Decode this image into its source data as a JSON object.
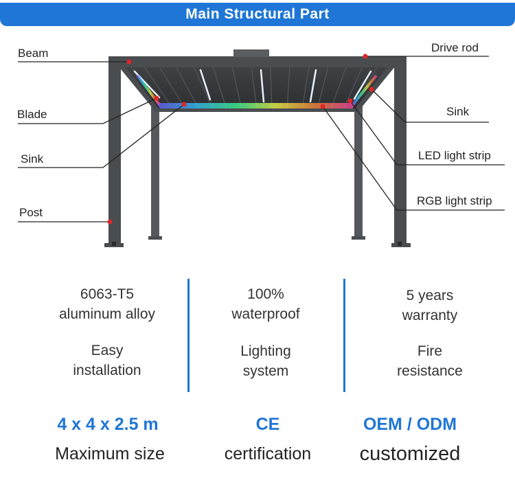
{
  "header": {
    "title": "Main Structural Part"
  },
  "callouts": {
    "beam": "Beam",
    "blade": "Blade",
    "sink_left": "Sink",
    "post": "Post",
    "drive_rod": "Drive rod",
    "sink_right": "Sink",
    "led_strip": "LED light strip",
    "rgb_strip": "RGB light strip"
  },
  "features": [
    {
      "line1": "6063-T5",
      "line2": "aluminum alloy"
    },
    {
      "line1": "100%",
      "line2": "waterproof"
    },
    {
      "line1": "5 years",
      "line2": "warranty"
    },
    {
      "line1": "Easy",
      "line2": "installation"
    },
    {
      "line1": "Lighting",
      "line2": "system"
    },
    {
      "line1": "Fire",
      "line2": "resistance"
    }
  ],
  "specs": [
    {
      "value": "4 x 4 x 2.5 m",
      "label": "Maximum size"
    },
    {
      "value": "CE",
      "label": "certification"
    },
    {
      "value": "OEM / ODM",
      "label": "customized"
    }
  ],
  "colors": {
    "accent": "#1f76d6",
    "frame": "#4a4d50",
    "marker": "#e0262b"
  }
}
